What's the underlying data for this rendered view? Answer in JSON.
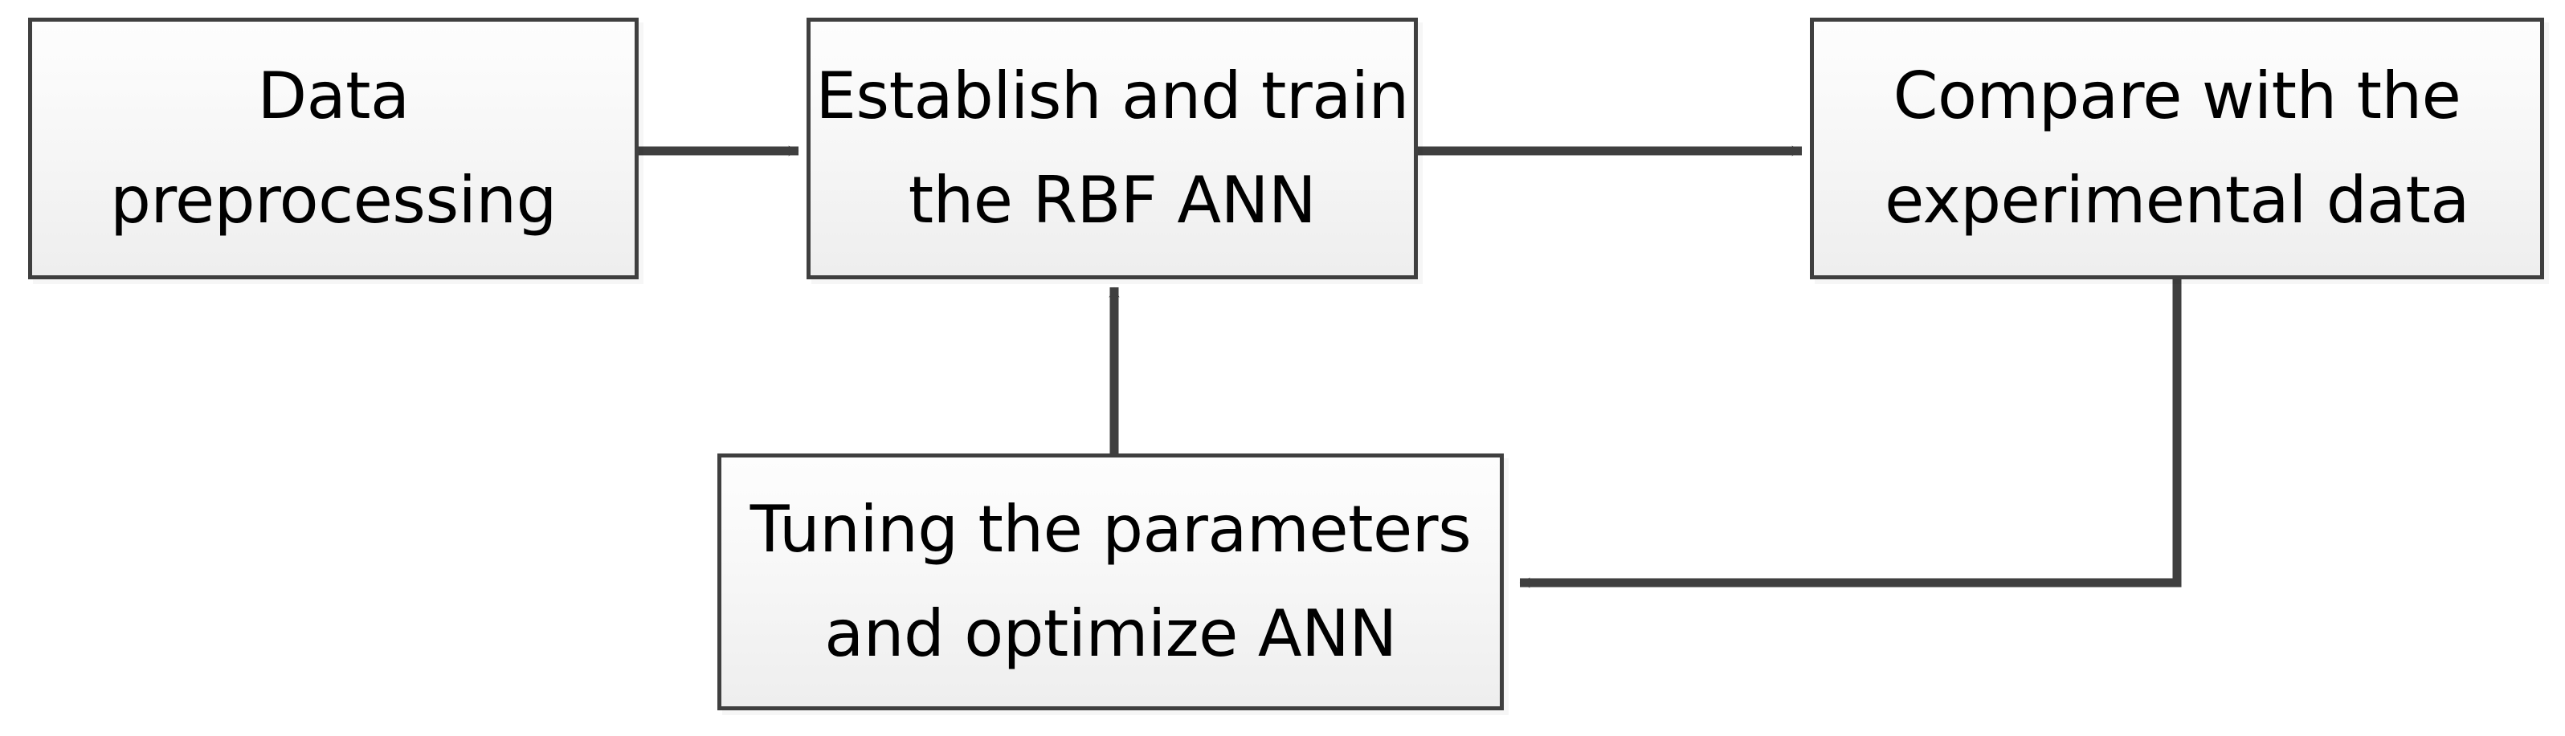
{
  "diagram": {
    "title": "RBF ANN modelling workflow flowchart",
    "type": "flowchart",
    "colors": {
      "border": "#3f3f3f",
      "fill_top": "#fdfdfd",
      "fill_bottom": "#eeeeee",
      "connector": "#3f3f3f",
      "text": "#000000",
      "background": "#ffffff"
    },
    "nodes": [
      {
        "id": "data-preprocessing",
        "lines": [
          "Data",
          "preprocessing"
        ],
        "line1": "Data",
        "line2": "preprocessing"
      },
      {
        "id": "establish-train",
        "lines": [
          "Establish and train",
          "the RBF ANN"
        ],
        "line1": "Establish and train",
        "line2": "the RBF ANN"
      },
      {
        "id": "compare",
        "lines": [
          "Compare with the",
          "experimental data"
        ],
        "line1": "Compare with the",
        "line2": "experimental data"
      },
      {
        "id": "tuning",
        "lines": [
          "Tuning the parameters",
          "and optimize ANN"
        ],
        "line1": "Tuning the parameters",
        "line2": "and optimize ANN"
      }
    ],
    "connectors": [
      {
        "id": "arrow-preprocessing-to-establish",
        "from": "data-preprocessing",
        "to": "establish-train",
        "direction": "right"
      },
      {
        "id": "arrow-establish-to-compare",
        "from": "establish-train",
        "to": "compare",
        "direction": "right"
      },
      {
        "id": "arrow-compare-to-tuning",
        "from": "compare",
        "to": "tuning",
        "direction": "down-then-left"
      },
      {
        "id": "arrow-tuning-to-establish",
        "from": "tuning",
        "to": "establish-train",
        "direction": "up"
      }
    ]
  }
}
